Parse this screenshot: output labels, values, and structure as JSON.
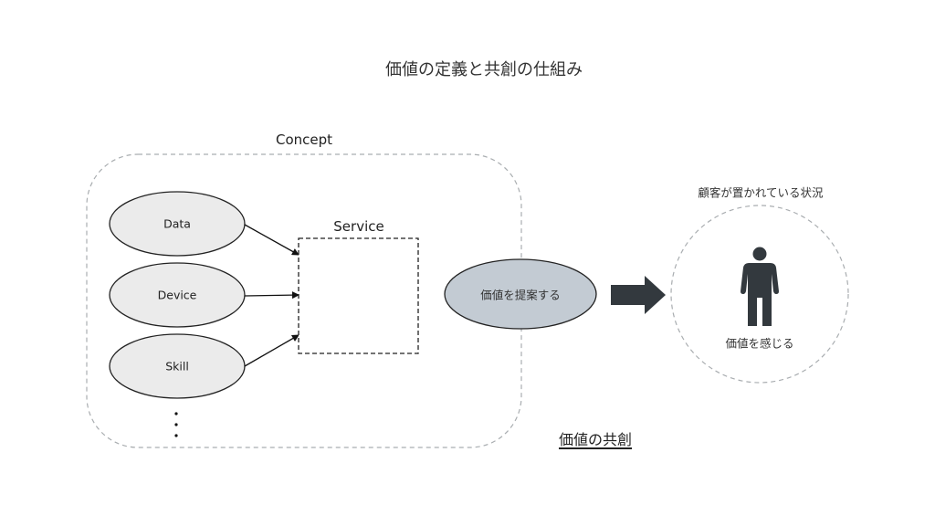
{
  "title": "価値の定義と共創の仕組み",
  "concept": {
    "label": "Concept",
    "inputs": [
      {
        "label": "Data"
      },
      {
        "label": "Device"
      },
      {
        "label": "Skill"
      }
    ],
    "ellipsis": "⋮",
    "service_label": "Service",
    "proposal_label": "価値を提案する"
  },
  "customer": {
    "context_label": "顧客が置かれている状況",
    "icon": "person-icon",
    "feel_label": "価値を感じる"
  },
  "cocreation_label": "価値の共創",
  "colors": {
    "input_fill": "#ebebeb",
    "proposal_fill": "#c3cbd3",
    "dark": "#33393e",
    "dash": "#a9adb0"
  }
}
